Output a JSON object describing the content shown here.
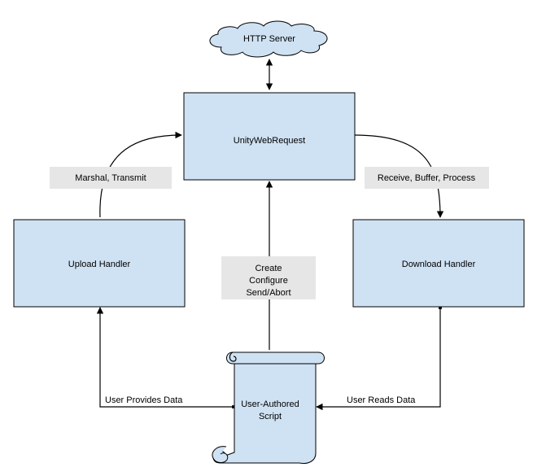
{
  "nodes": {
    "http_server": "HTTP Server",
    "unity_web_request": "UnityWebRequest",
    "upload_handler": "Upload Handler",
    "download_handler": "Download Handler",
    "user_script": [
      "User-Authored",
      "Script"
    ]
  },
  "edge_labels": {
    "marshal_transmit": "Marshal, Transmit",
    "receive_buffer_process": "Receive, Buffer, Process",
    "create_configure": [
      "Create",
      "Configure",
      "Send/Abort"
    ],
    "user_provides_data": "User Provides Data",
    "user_reads_data": "User Reads Data"
  },
  "colors": {
    "node_fill": "#cfe2f3",
    "label_fill": "#e6e6e6",
    "stroke": "#000000"
  }
}
